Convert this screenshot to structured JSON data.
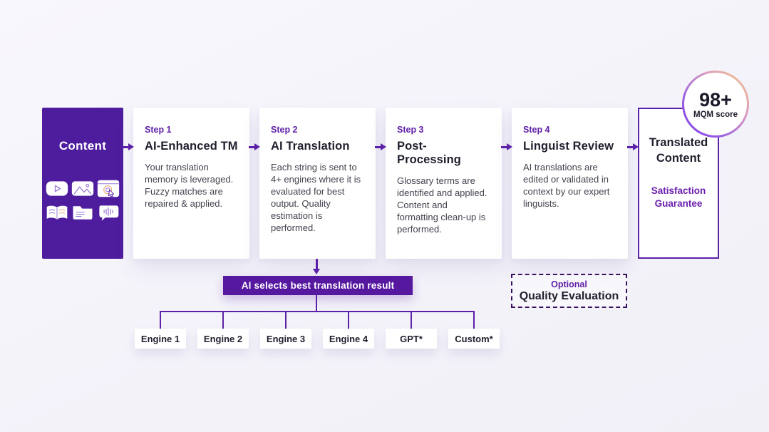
{
  "content_box": {
    "title": "Content"
  },
  "steps": [
    {
      "label": "Step 1",
      "title": "AI-Enhanced TM",
      "description": "Your translation memory is leveraged. Fuzzy matches are repaired & applied."
    },
    {
      "label": "Step 2",
      "title": "AI Translation",
      "description": "Each string is sent to 4+ engines where it is evaluated for best output. Quality estimation is performed."
    },
    {
      "label": "Step 3",
      "title": "Post-Processing",
      "description": "Glossary terms are identified and applied. Content and formatting clean-up is performed."
    },
    {
      "label": "Step 4",
      "title": "Linguist Review",
      "description": "AI translations are edited or validated in context by our expert linguists."
    }
  ],
  "translated_box": {
    "title": "Translated Content",
    "subtitle": "Satisfaction Guarantee"
  },
  "badge": {
    "score": "98+",
    "label": "MQM score"
  },
  "selector_bar": {
    "label": "AI selects best translation result"
  },
  "engines": [
    "Engine 1",
    "Engine 2",
    "Engine 3",
    "Engine 4",
    "GPT*",
    "Custom*"
  ],
  "optional_box": {
    "label": "Optional",
    "title": "Quality Evaluation"
  },
  "icons": [
    "video-icon",
    "image-icon",
    "web-click-icon",
    "book-icon",
    "folder-icon",
    "audio-message-icon"
  ],
  "colors": {
    "deep_purple": "#4e1d9e",
    "line_purple": "#5b21a8",
    "bar_purple": "#55189f",
    "badge_gradient_start": "#f2c48d",
    "badge_gradient_end": "#7c3aed",
    "dark_text": "#221e2e"
  }
}
